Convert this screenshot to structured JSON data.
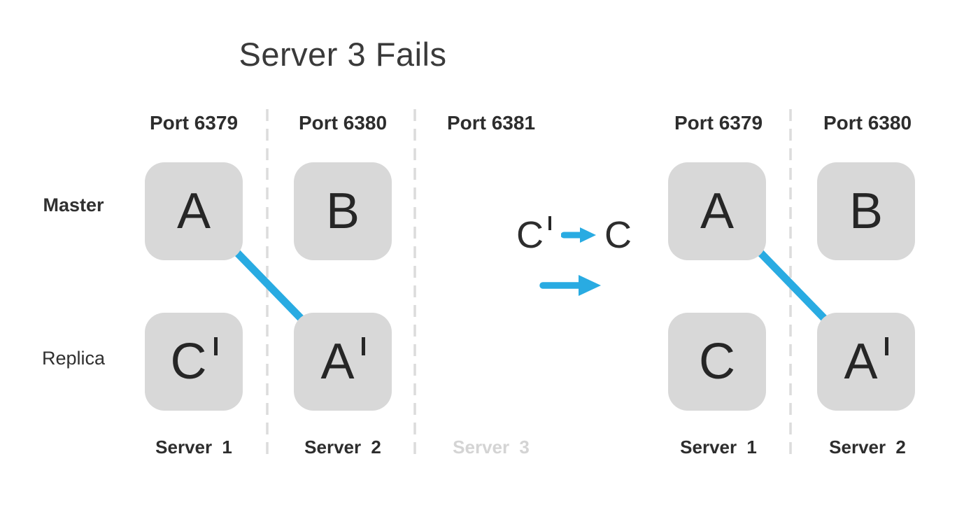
{
  "title": "Server 3 Fails",
  "colors": {
    "accent_blue": "#29abe2",
    "box_fill": "#d8d8d8",
    "text_dark": "#3a3a3a",
    "letter_dark": "#262626",
    "failed_label_gray": "#d4d4d4",
    "divider_gray": "#dcdcdc"
  },
  "row_labels": {
    "master": "Master",
    "replica": "Replica"
  },
  "left_cluster": {
    "ports": [
      "Port 6379",
      "Port 6380",
      "Port 6381"
    ],
    "master_boxes": [
      {
        "letter": "A",
        "prime": false
      },
      {
        "letter": "B",
        "prime": false
      }
    ],
    "replica_boxes": [
      {
        "letter": "C",
        "prime": true
      },
      {
        "letter": "A",
        "prime": true
      }
    ],
    "servers": [
      {
        "label": "Server 1",
        "failed": false
      },
      {
        "label": "Server 2",
        "failed": false
      },
      {
        "label": "Server 3",
        "failed": true
      }
    ]
  },
  "promotion_note": {
    "from_letter": "C",
    "from_prime": true,
    "to_letter": "C",
    "to_prime": false
  },
  "right_cluster": {
    "ports": [
      "Port 6379",
      "Port 6380"
    ],
    "master_boxes": [
      {
        "letter": "A",
        "prime": false
      },
      {
        "letter": "B",
        "prime": false
      }
    ],
    "replica_boxes": [
      {
        "letter": "C",
        "prime": false
      },
      {
        "letter": "A",
        "prime": true
      }
    ],
    "servers": [
      {
        "label": "Server 1",
        "failed": false
      },
      {
        "label": "Server 2",
        "failed": false
      }
    ]
  },
  "icons": {
    "promotion_arrow": "blue-right-arrow",
    "transition_arrow": "blue-right-arrow",
    "replication_arrow_left": "blue-diagonal-arrow",
    "replication_arrow_right": "blue-diagonal-arrow",
    "column_divider": "dashed-vertical-line"
  }
}
